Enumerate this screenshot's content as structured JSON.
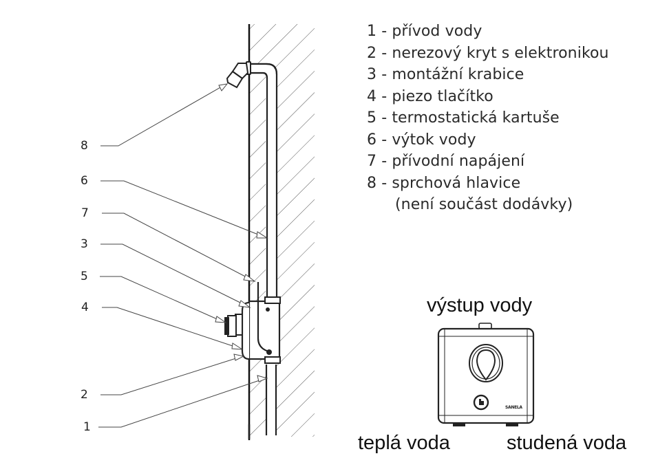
{
  "legend": [
    {
      "num": "1",
      "text": "1 - přívod vody"
    },
    {
      "num": "2",
      "text": "2 - nerezový kryt s elektronikou"
    },
    {
      "num": "3",
      "text": "3 - montážní krabice"
    },
    {
      "num": "4",
      "text": "4 - piezo tlačítko"
    },
    {
      "num": "5",
      "text": "5 - termostatická kartuše"
    },
    {
      "num": "6",
      "text": "6 - výtok vody"
    },
    {
      "num": "7",
      "text": "7 - přívodní napájení"
    },
    {
      "num": "8",
      "text": "8 - sprchová hlavice"
    },
    {
      "num": "",
      "text": "(není součást dodávky)"
    }
  ],
  "callouts": [
    "8",
    "6",
    "7",
    "3",
    "5",
    "4",
    "2",
    "1"
  ],
  "device": {
    "top_label": "výstup vody",
    "bottom_left_label": "teplá voda",
    "bottom_right_label": "studená voda",
    "brand_mark": "SANELA",
    "button_icon": "hand-press-icon"
  }
}
